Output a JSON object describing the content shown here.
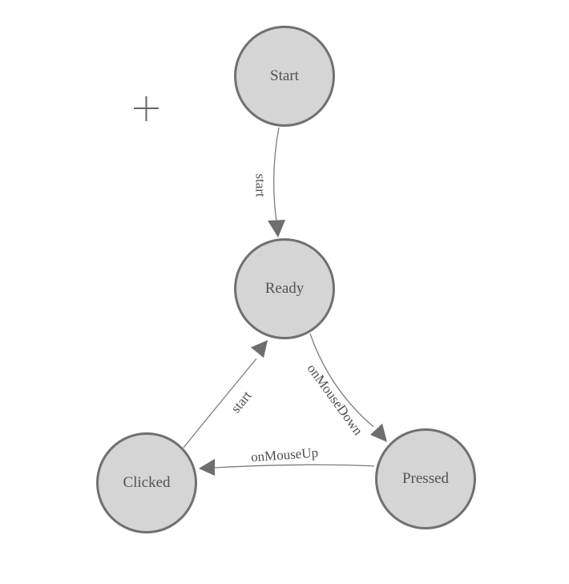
{
  "diagram": {
    "type": "state-machine",
    "colors": {
      "background": "#ffffff",
      "node_fill": "#d5d5d5",
      "node_border": "#707070",
      "edge": "#7d7d7d",
      "arrow": "#6e6e6e",
      "label_text": "#4f4f57",
      "crosshair": "#666666"
    },
    "nodes": [
      {
        "id": "start",
        "label": "Start"
      },
      {
        "id": "ready",
        "label": "Ready"
      },
      {
        "id": "clicked",
        "label": "Clicked"
      },
      {
        "id": "pressed",
        "label": "Pressed"
      }
    ],
    "edges": [
      {
        "from": "Start",
        "to": "Ready",
        "label": "start"
      },
      {
        "from": "Ready",
        "to": "Pressed",
        "label": "onMouseDown"
      },
      {
        "from": "Pressed",
        "to": "Clicked",
        "label": "onMouseUp"
      },
      {
        "from": "Clicked",
        "to": "Ready",
        "label": "start"
      }
    ]
  }
}
